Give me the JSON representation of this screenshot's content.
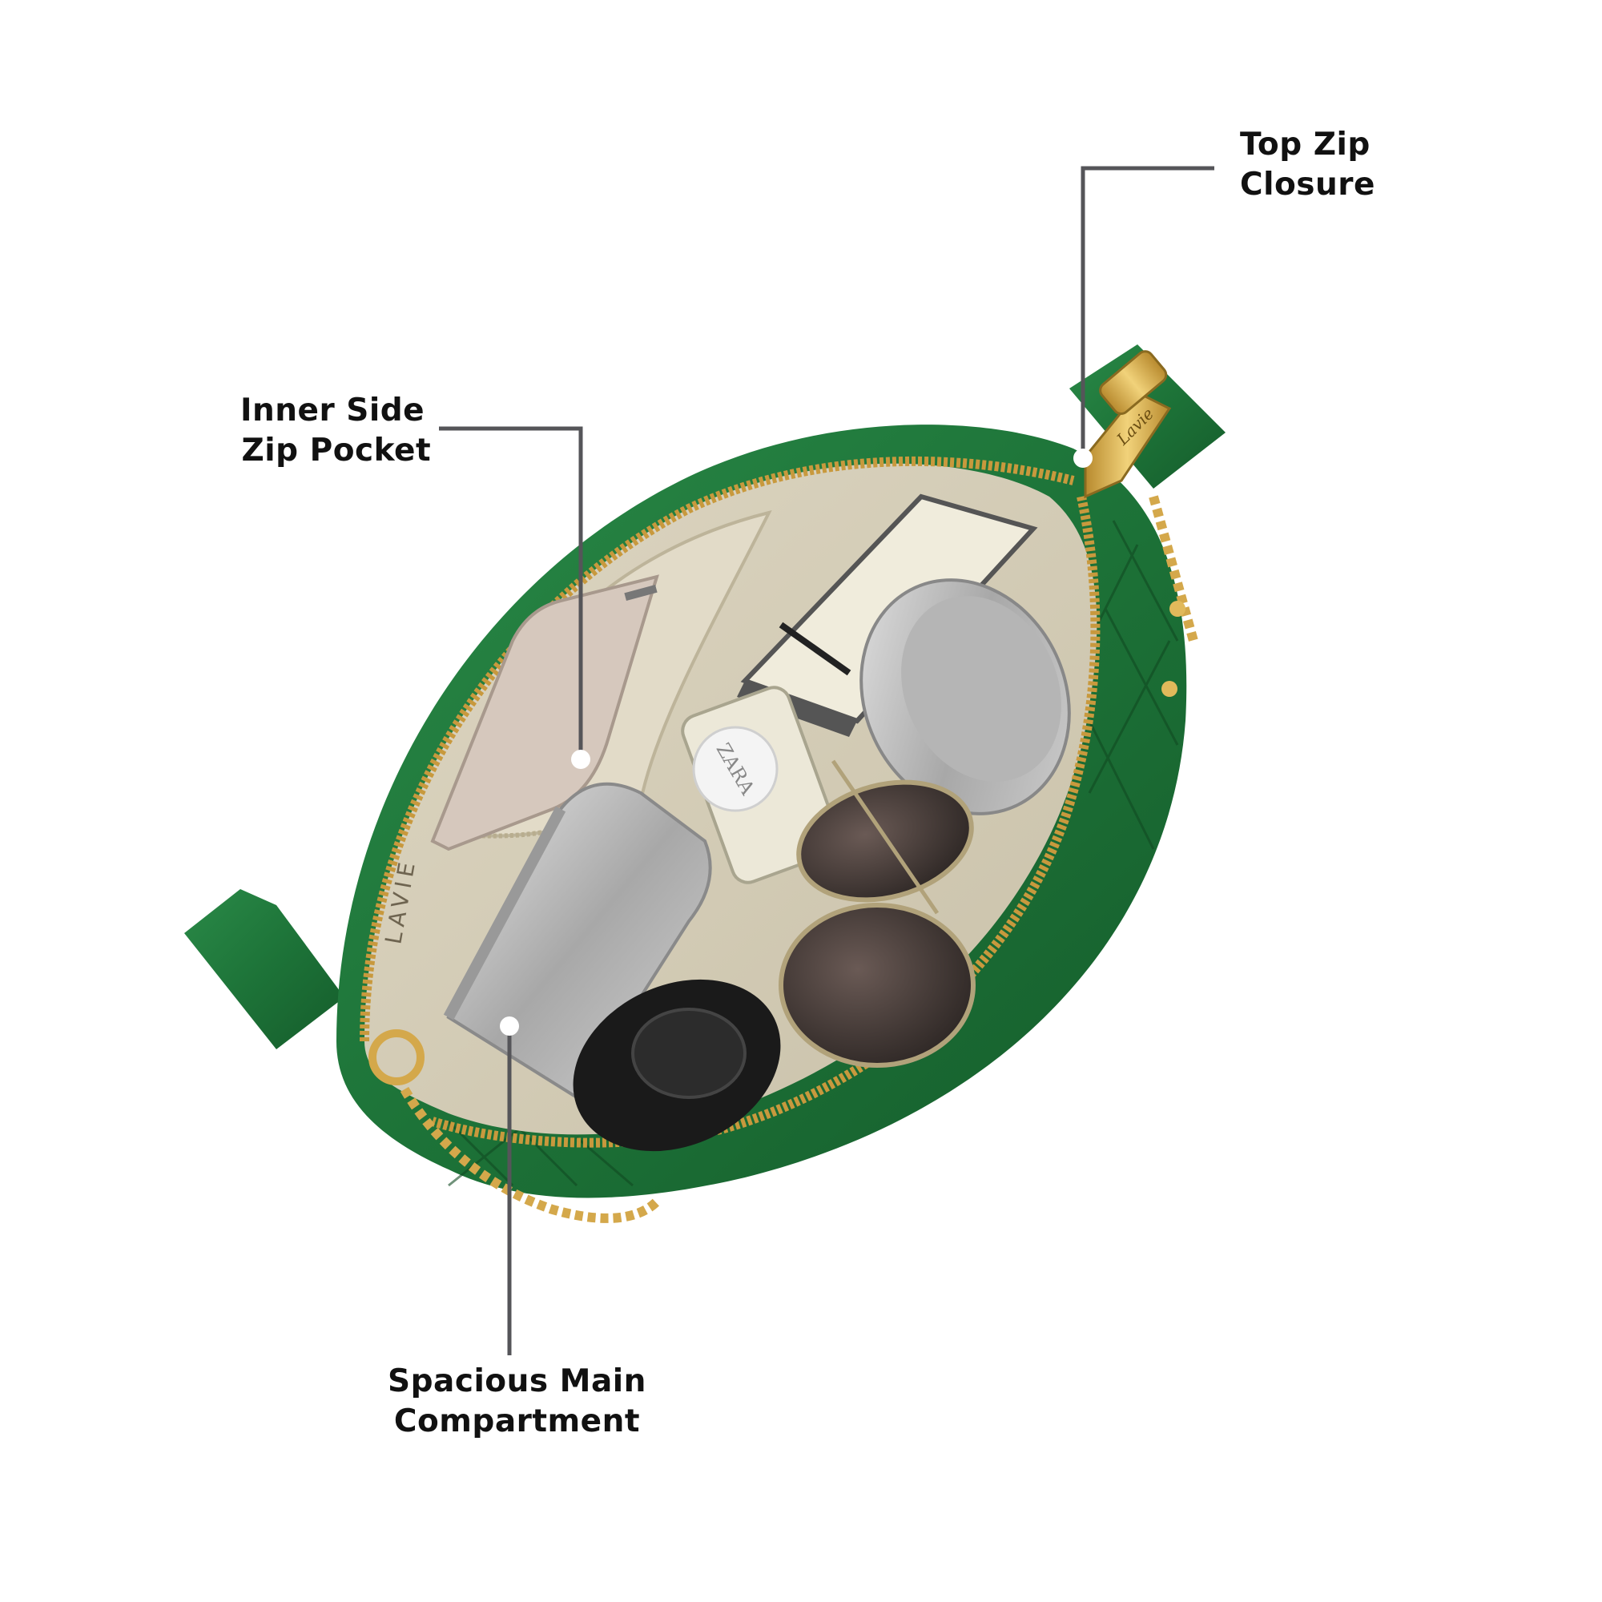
{
  "callouts": {
    "top_zip": {
      "line1": "Top Zip",
      "line2": "Closure"
    },
    "inner_pocket": {
      "line1": "Inner Side",
      "line2": "Zip Pocket"
    },
    "main_compartment": {
      "line1": "Spacious Main",
      "line2": "Compartment"
    }
  },
  "product": {
    "brand_pull": "Lavie",
    "lining_text": "LAVIE",
    "bottle_cap": "ZARA",
    "bag_color": "#1f7a3c",
    "lining_color": "#d9d2bd",
    "zip_color": "#d4a84b"
  },
  "colors": {
    "callout_line": "#555559",
    "callout_dot": "#ffffff",
    "text": "#111111"
  }
}
